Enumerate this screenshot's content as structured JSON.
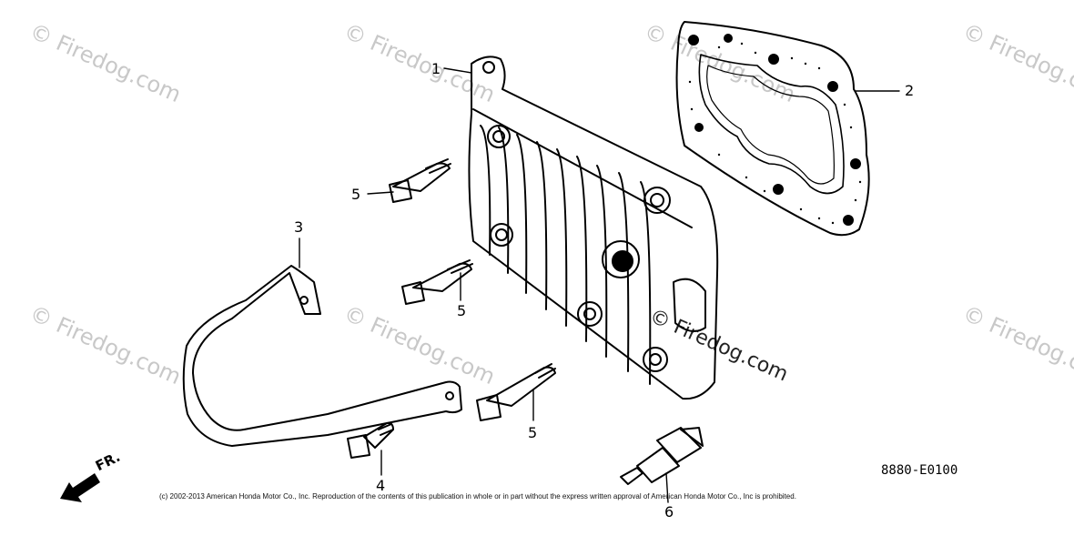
{
  "watermark": {
    "symbol": "©",
    "text": "Firedog.com",
    "center_text": "Firedog.com"
  },
  "callouts": [
    {
      "id": "1",
      "label": "1"
    },
    {
      "id": "2",
      "label": "2"
    },
    {
      "id": "3",
      "label": "3"
    },
    {
      "id": "4",
      "label": "4"
    },
    {
      "id": "5a",
      "label": "5"
    },
    {
      "id": "5b",
      "label": "5"
    },
    {
      "id": "5c",
      "label": "5"
    },
    {
      "id": "6",
      "label": "6"
    }
  ],
  "diagram_code": "8880-E0100",
  "front_indicator": "FR.",
  "copyright": "(c) 2002-2013 American Honda Motor Co., Inc. Reproduction of the contents of this publication in whole or in part without the express written approval of American Honda Motor Co., Inc is prohibited."
}
